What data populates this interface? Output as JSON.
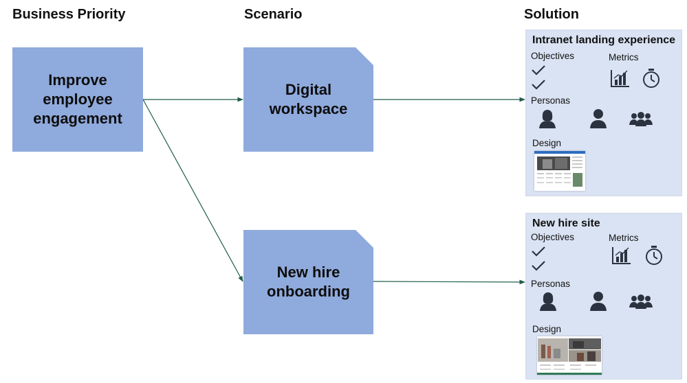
{
  "headers": {
    "business_priority": "Business Priority",
    "scenario": "Scenario",
    "solution": "Solution"
  },
  "priority": {
    "label": "Improve\nemployee\nengagement"
  },
  "scenarios": [
    {
      "label": "Digital\nworkspace"
    },
    {
      "label": "New hire\nonboarding"
    }
  ],
  "solutions": [
    {
      "title": "Intranet landing experience",
      "objectives_label": "Objectives",
      "metrics_label": "Metrics",
      "personas_label": "Personas",
      "design_label": "Design",
      "metric_icons": [
        "bar-chart-icon",
        "stopwatch-icon"
      ],
      "persona_icons": [
        "woman-icon",
        "person-icon",
        "group-icon"
      ],
      "objective_icons": [
        "checkmark-icon",
        "checkmark-icon"
      ]
    },
    {
      "title": "New hire site",
      "objectives_label": "Objectives",
      "metrics_label": "Metrics",
      "personas_label": "Personas",
      "design_label": "Design",
      "metric_icons": [
        "bar-chart-icon",
        "stopwatch-icon"
      ],
      "persona_icons": [
        "woman-icon",
        "person-icon",
        "group-icon"
      ],
      "objective_icons": [
        "checkmark-icon",
        "checkmark-icon"
      ]
    }
  ],
  "colors": {
    "box_fill": "#8faadc",
    "panel_fill": "#dae3f3",
    "connector": "#1f5c4a",
    "icon": "#2b3340"
  }
}
